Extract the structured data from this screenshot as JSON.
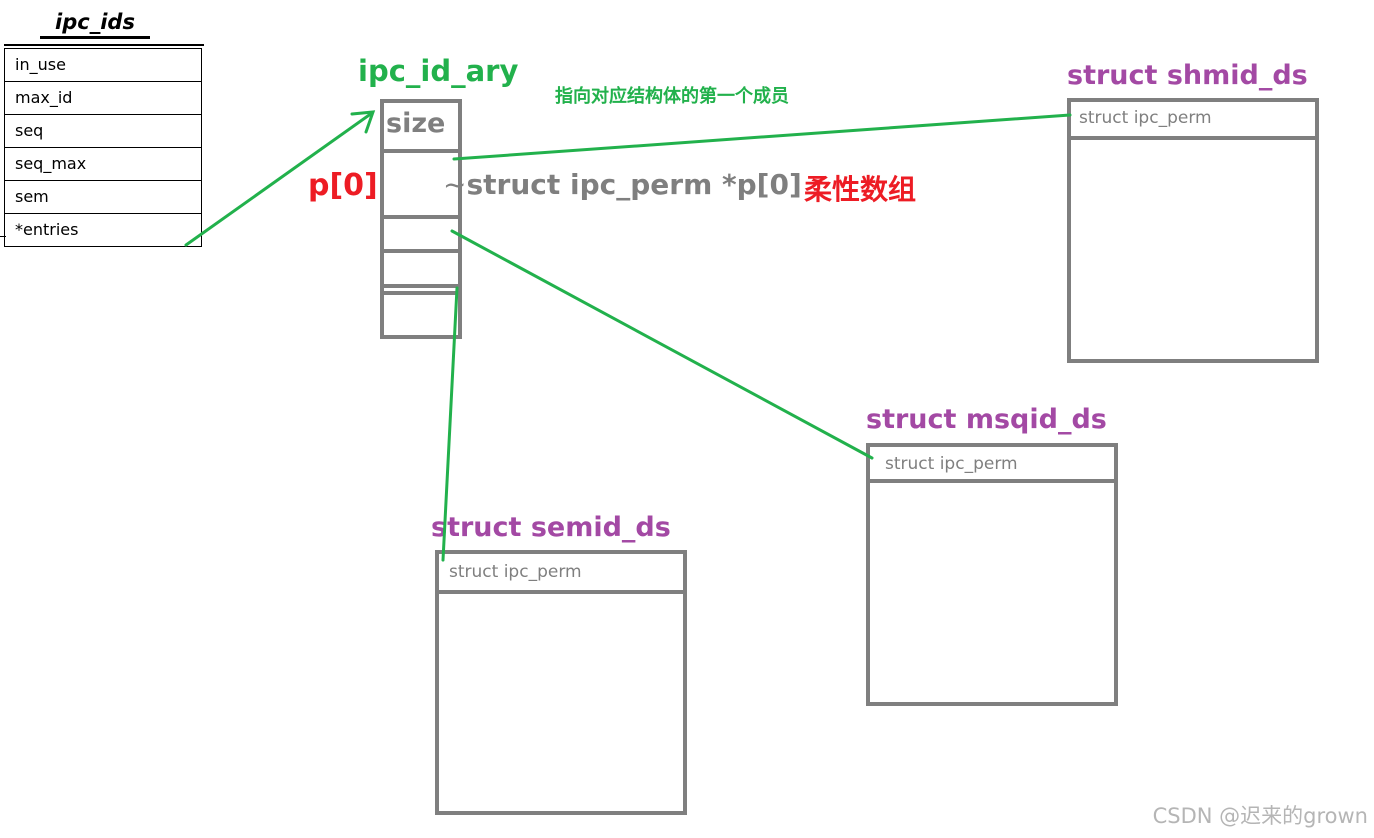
{
  "ipc_ids": {
    "title": "ipc_ids",
    "fields": [
      "in_use",
      "max_id",
      "seq",
      "seq_max",
      "sem",
      "*entries"
    ]
  },
  "ipc_id_ary": {
    "title": "ipc_id_ary",
    "size_label": "size",
    "index_label": "p[0]",
    "flex_decl": "struct ipc_perm *p[0]",
    "flex_note": "柔性数组"
  },
  "annotation": "指向对应结构体的第一个成员",
  "structs": {
    "shmid": {
      "name": "struct shmid_ds",
      "member": "struct ipc_perm"
    },
    "msqid": {
      "name": "struct msqid_ds",
      "member": "struct ipc_perm"
    },
    "semid": {
      "name": "struct semid_ds",
      "member": "struct ipc_perm"
    }
  },
  "watermark": "CSDN @迟来的grown",
  "colors": {
    "arrow": "#22b14c",
    "struct_title": "#a349a4",
    "highlight": "#ed1c24",
    "box_border": "#7f7f7f"
  }
}
